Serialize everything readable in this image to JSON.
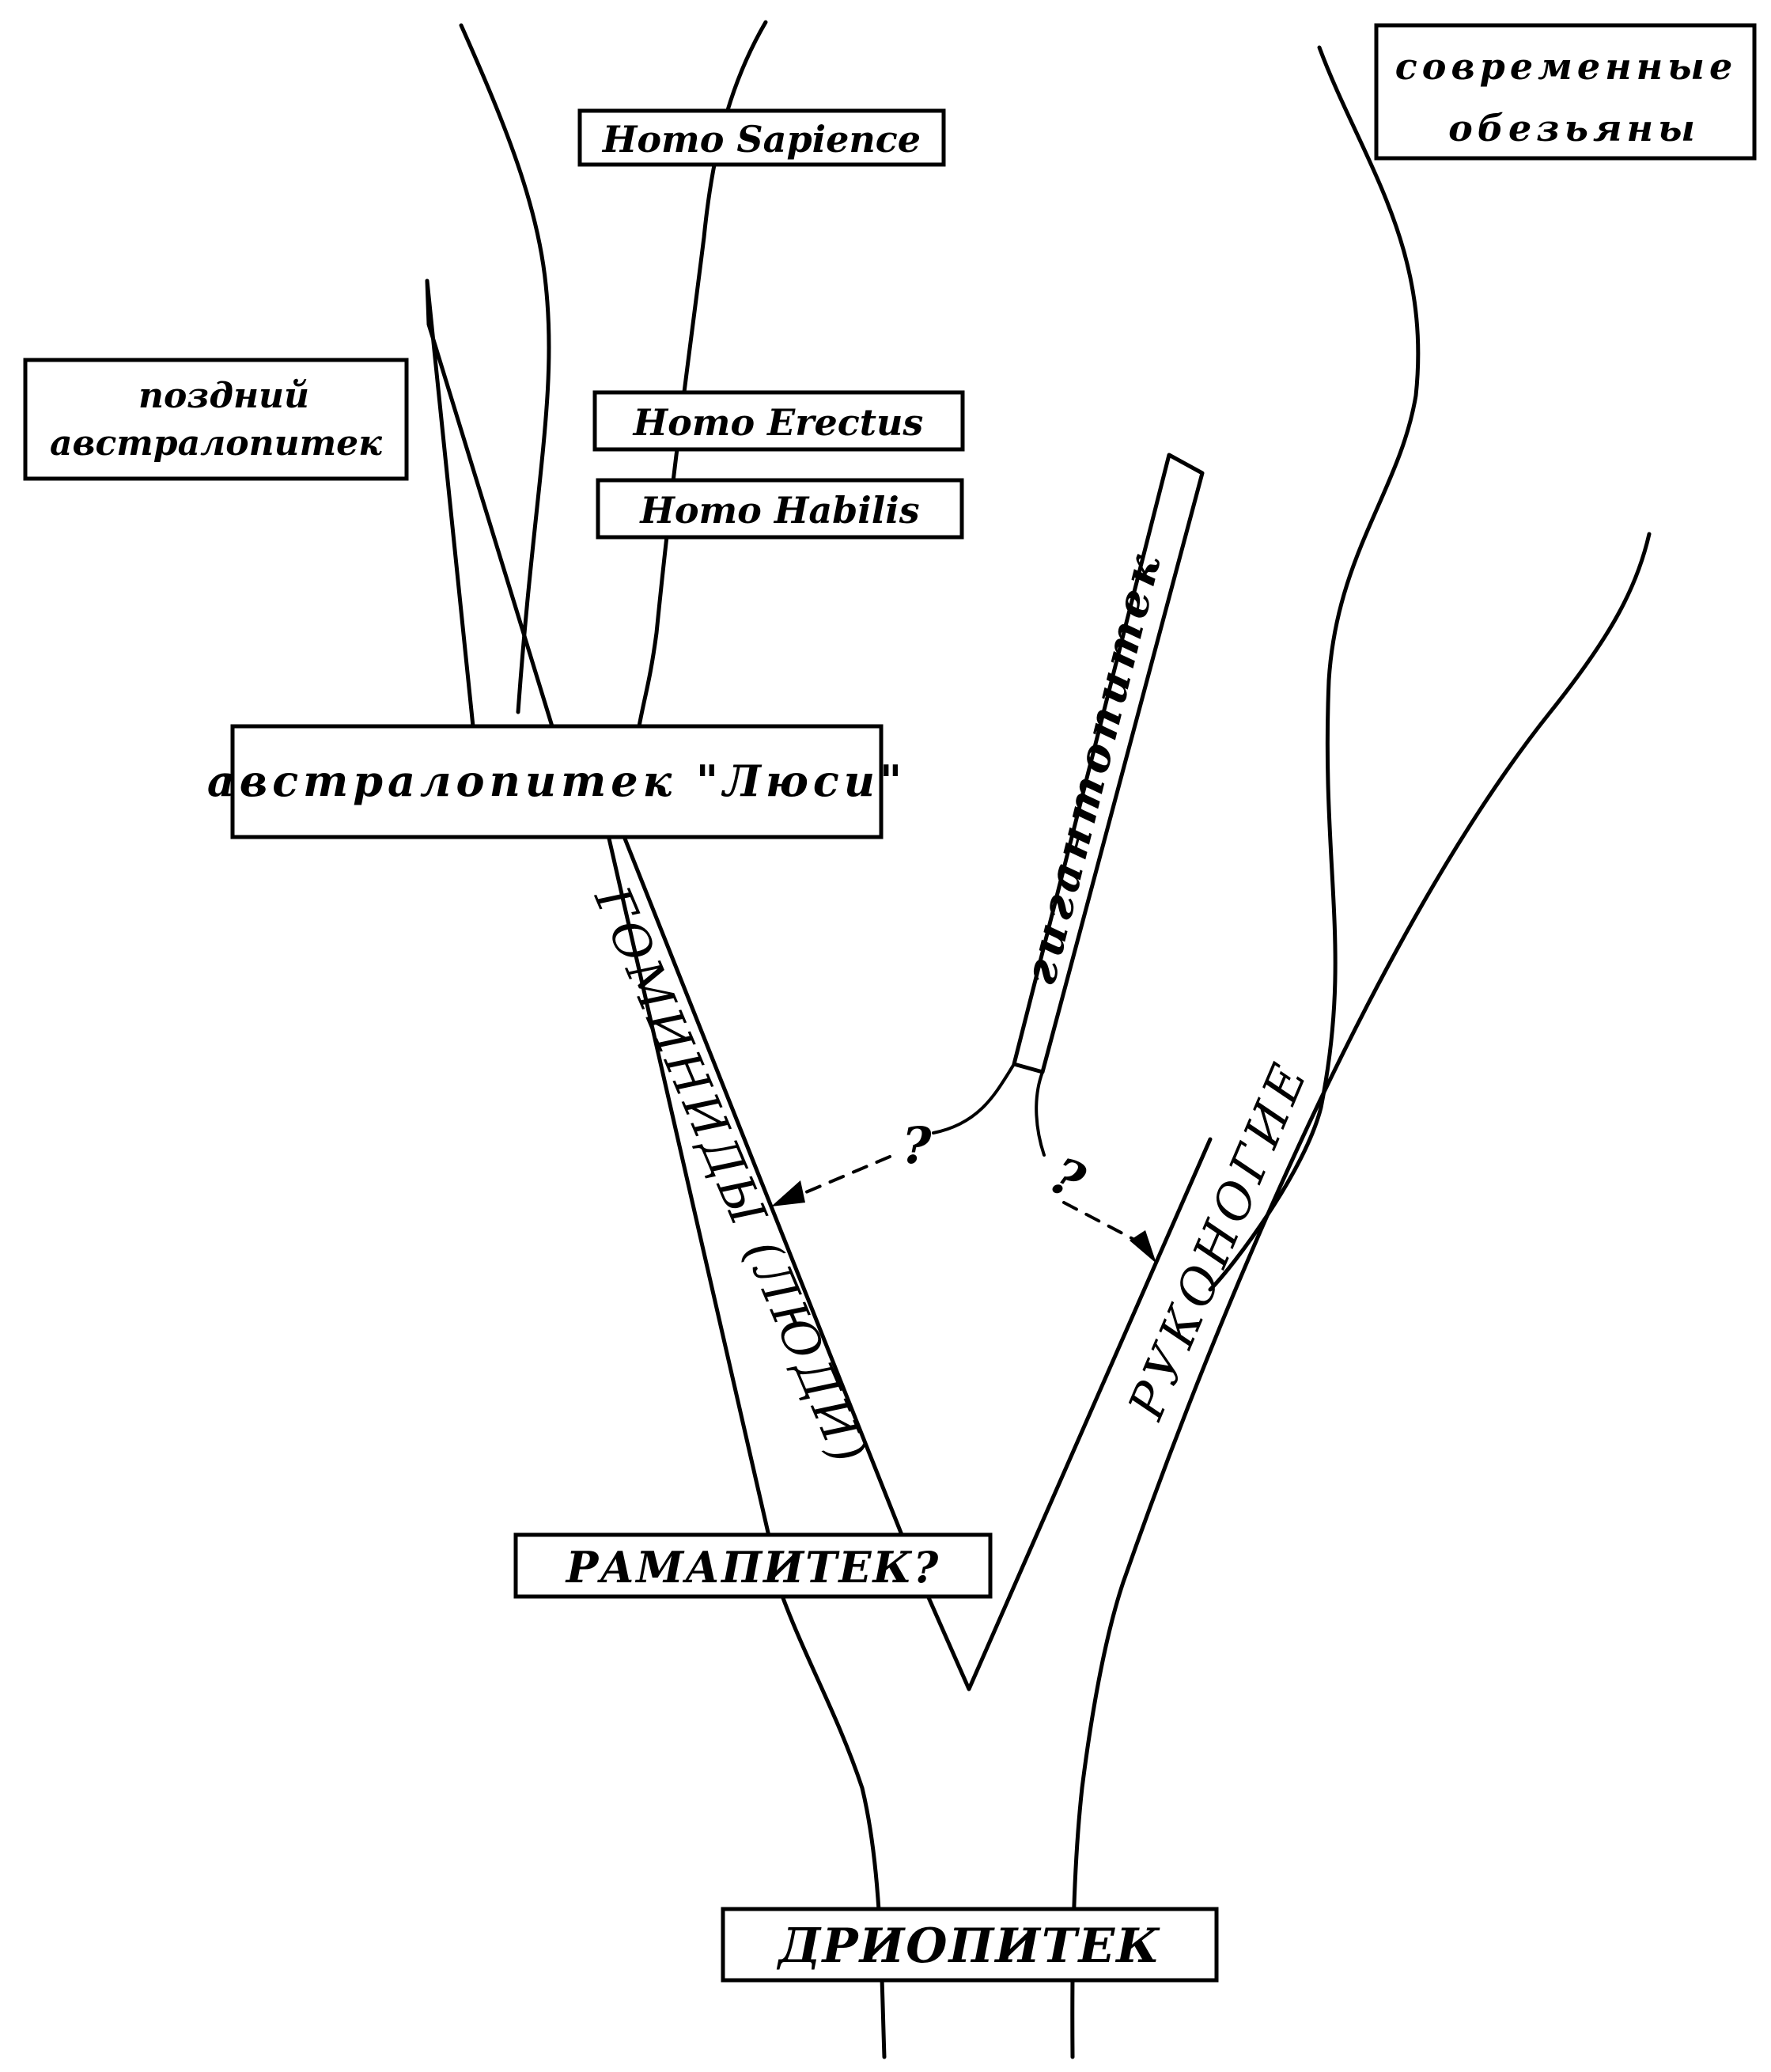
{
  "labels": {
    "homo_sapience": "Homo Sapience",
    "homo_erectus": "Homo Erectus",
    "homo_habilis": "Homo Habilis",
    "late_australopithecus_line1": "поздний",
    "late_australopithecus_line2": "австралопитек",
    "modern_apes_line1": "современные",
    "modern_apes_line2": "обезьяны",
    "lucy": "австралопитек \"Люси\"",
    "gigantopithecus": "гигантопитек",
    "hominids": "ГОМИНИДЫ (ЛЮДИ)",
    "pongids": "РУКОНОГИЕ",
    "ramapithecus": "РАМАПИТЕК?",
    "dryopithecus": "ДРИОПИТЕК",
    "question_mark": "?"
  },
  "colors": {
    "ink": "#000000",
    "paper": "#ffffff"
  }
}
